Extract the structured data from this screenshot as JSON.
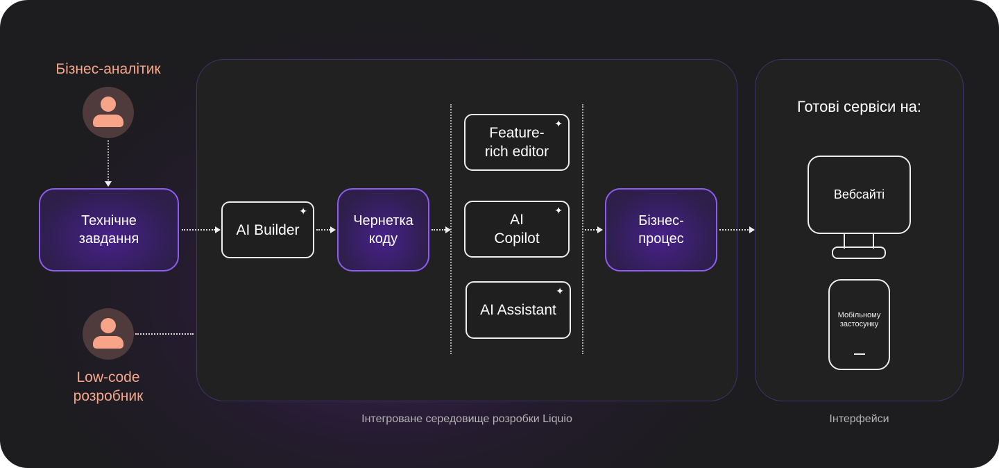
{
  "actors": {
    "analyst": "Бізнес-аналітик",
    "lowcode_line1": "Low-code",
    "lowcode_line2": "розробник"
  },
  "nodes": {
    "spec": [
      "Технічне",
      "завдання"
    ],
    "ai_builder": "AI Builder",
    "draft": [
      "Чернетка",
      "коду"
    ],
    "editor": [
      "Feature-",
      "rich editor"
    ],
    "copilot": [
      "AI",
      "Copilot"
    ],
    "assistant": "AI Assistant",
    "process": [
      "Бізнес-",
      "процес"
    ]
  },
  "ide_caption": "Інтегроване середовище розробки Liquio",
  "interfaces": {
    "title": "Готові сервіси на:",
    "website": "Вебсайті",
    "mobile": [
      "Мобільному",
      "застосунку"
    ],
    "caption": "Інтерфейси"
  },
  "icons": {
    "sparkle": "✦"
  },
  "colors": {
    "accent": "#8d5cf0",
    "actor": "#f5a68b"
  }
}
